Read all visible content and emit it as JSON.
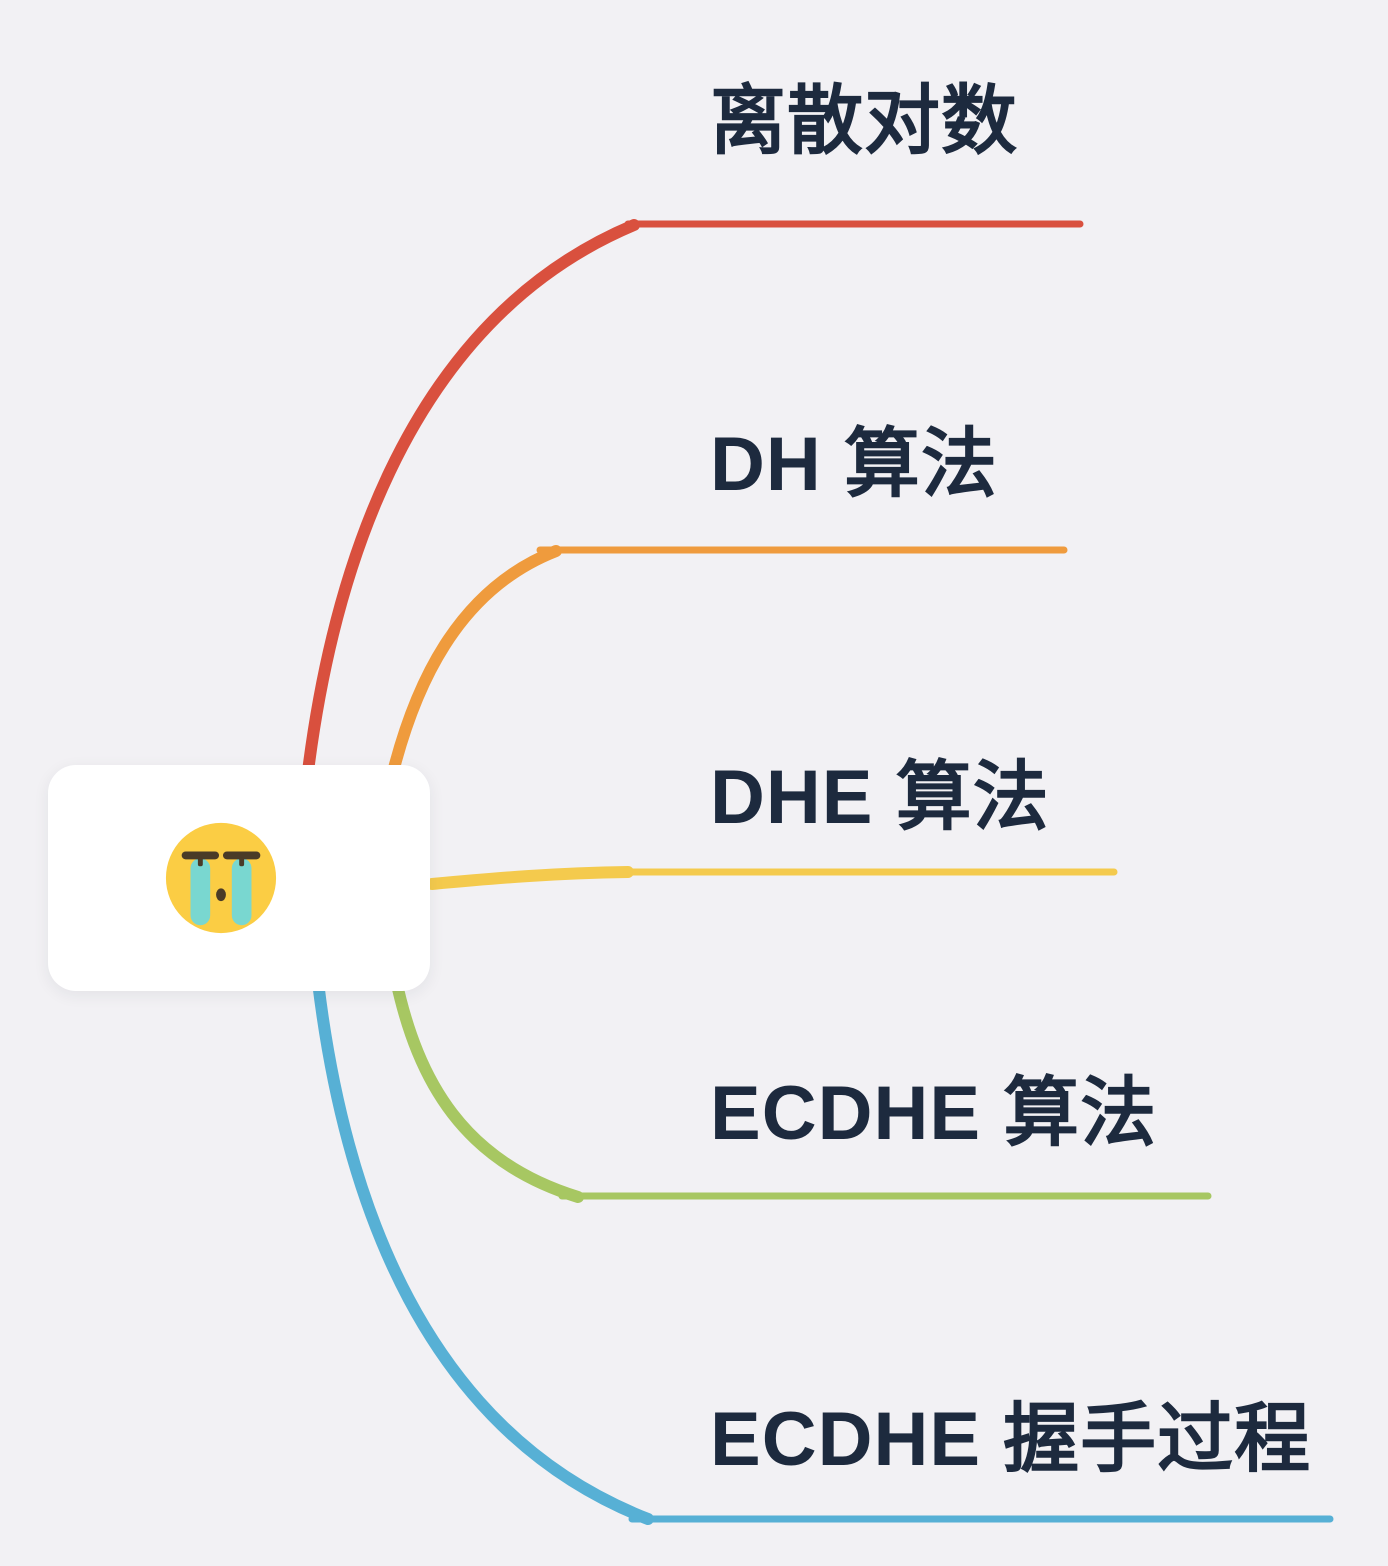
{
  "canvas": {
    "background": "#f2f1f4",
    "text_color": "#1d2a3e"
  },
  "root": {
    "emoji": "crying-face",
    "background": "#ffffff"
  },
  "branches": [
    {
      "label": "离散对数",
      "color": "#d9503e"
    },
    {
      "label": "DH 算法",
      "color": "#ef9b3d"
    },
    {
      "label": "DHE 算法",
      "color": "#f4ca4d"
    },
    {
      "label": "ECDHE 算法",
      "color": "#a7c762"
    },
    {
      "label": "ECDHE 握手过程",
      "color": "#57b0d5"
    }
  ],
  "emoji_colors": {
    "face": "#fbcd44",
    "tears": "#79d7d0",
    "features": "#4a3b27"
  }
}
